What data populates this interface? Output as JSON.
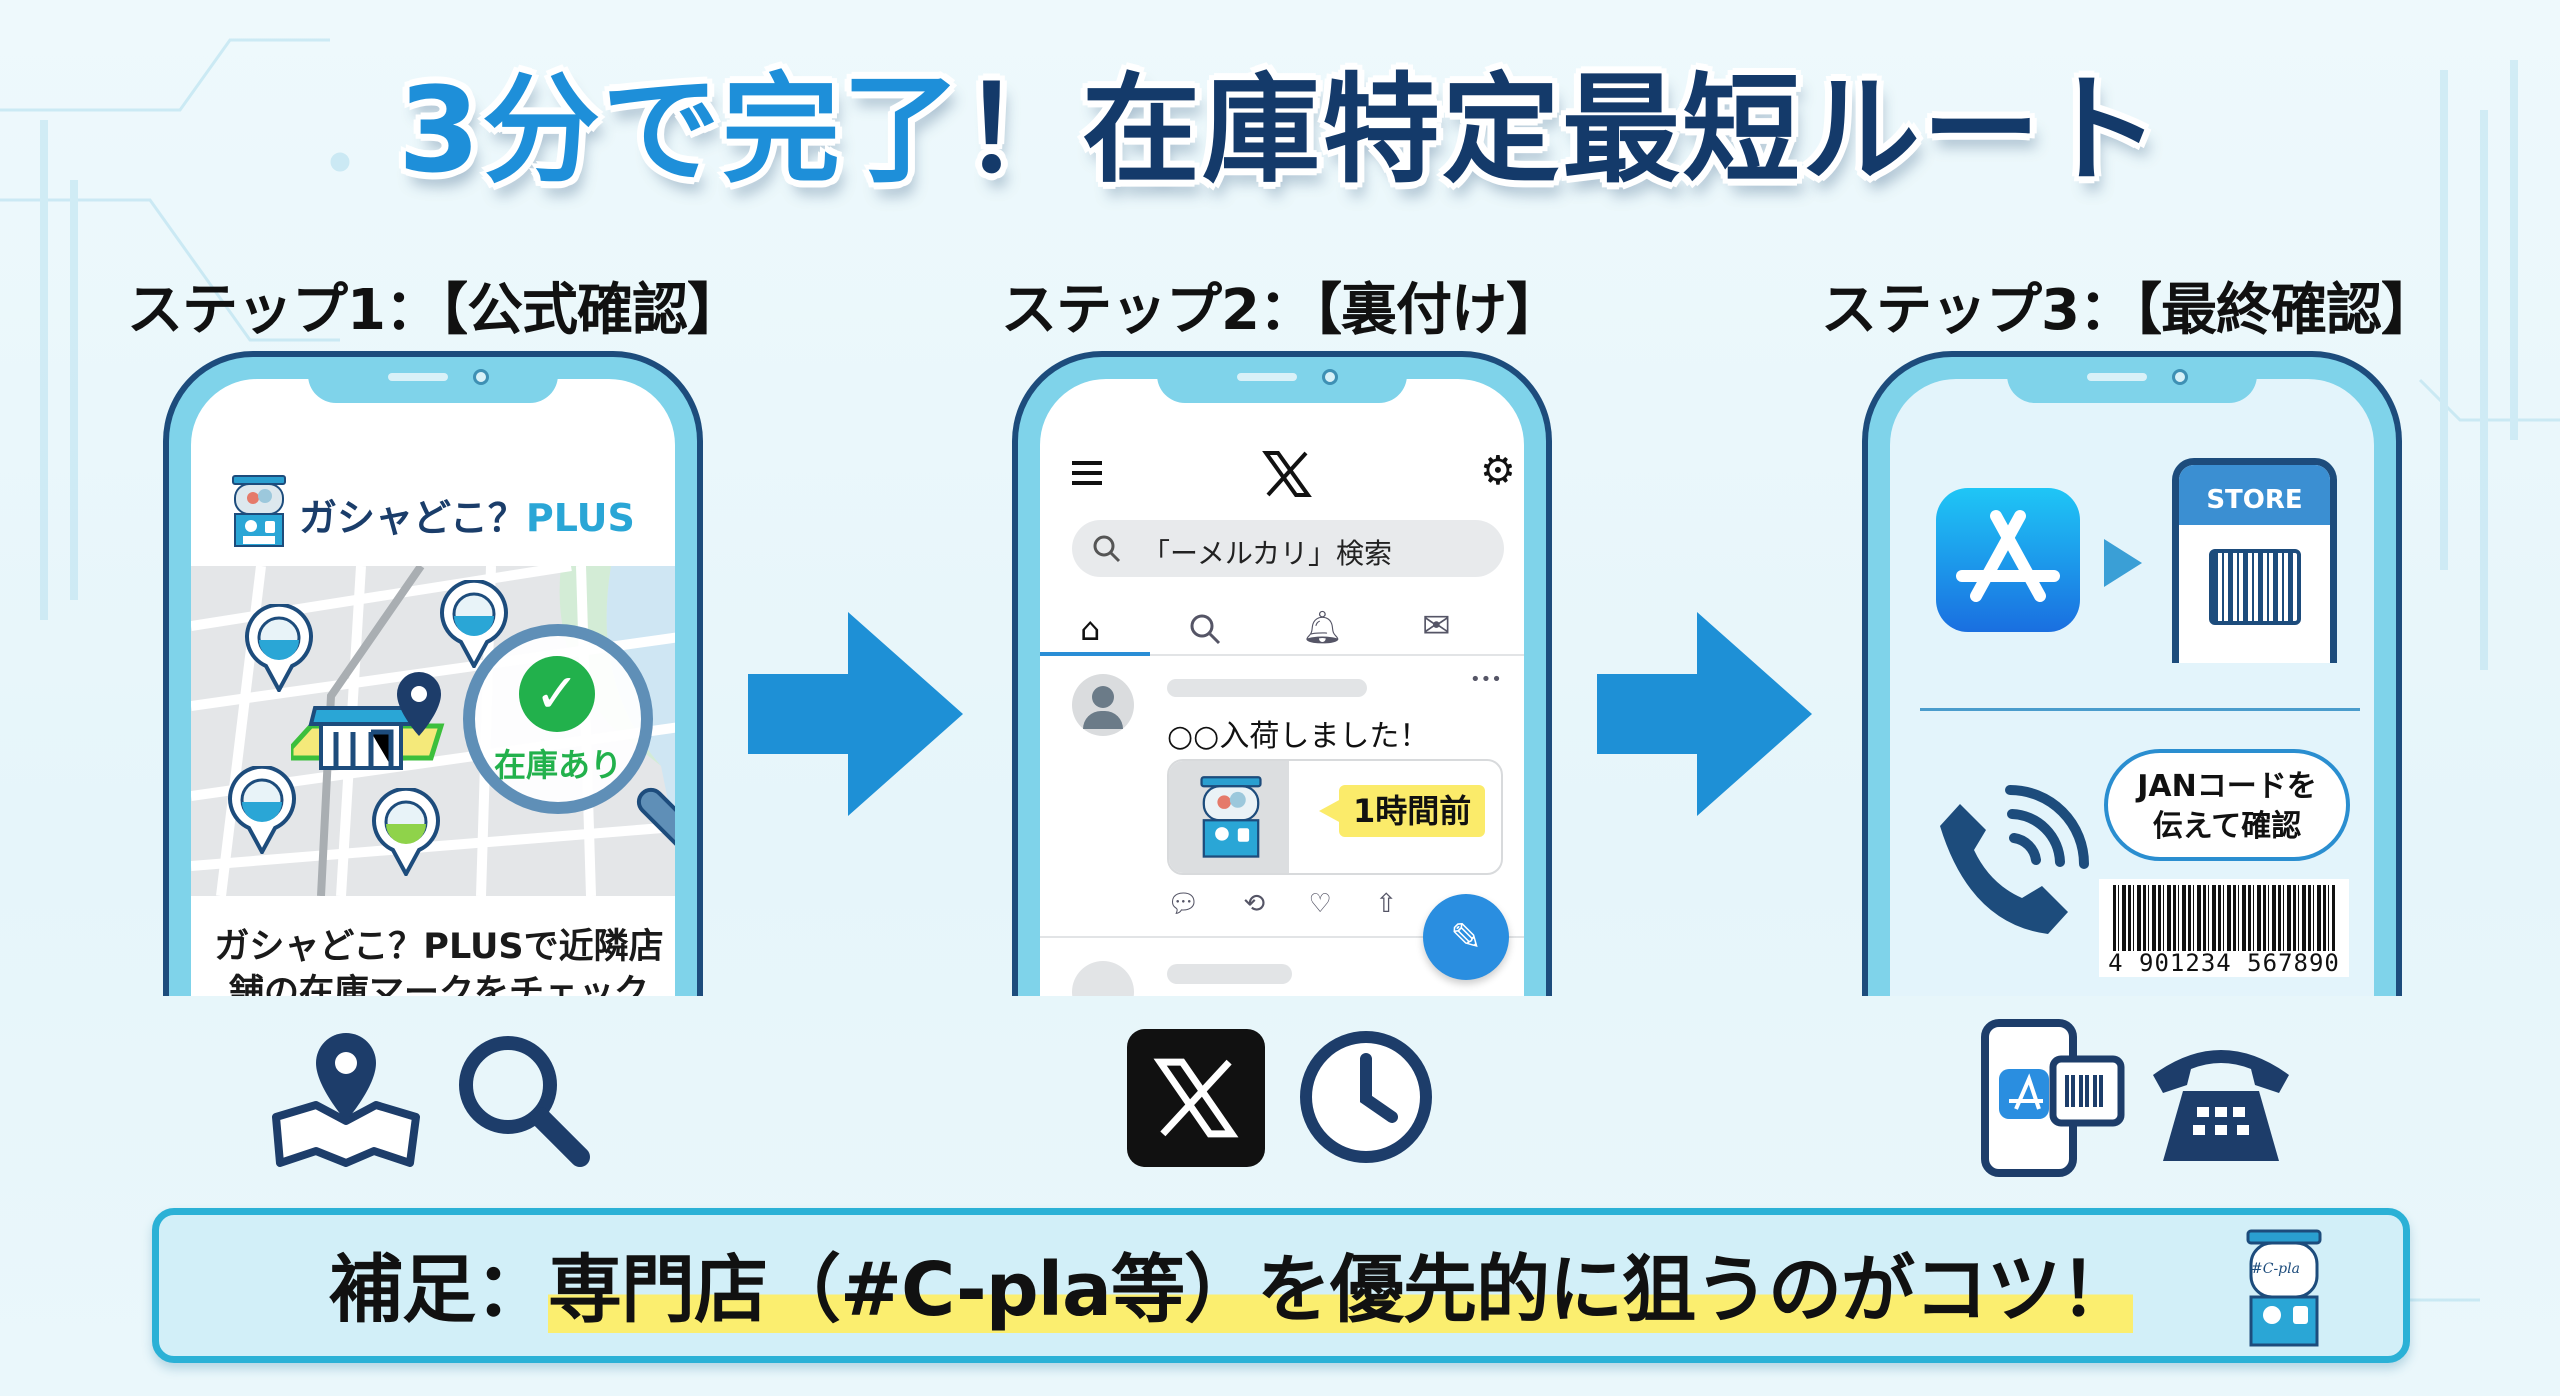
{
  "title": {
    "part1": "3分で完了",
    "part2": "！在庫特定最短ルート"
  },
  "steps": [
    {
      "label": "ステップ1：【公式確認】"
    },
    {
      "label": "ステップ2：【裏付け】"
    },
    {
      "label": "ステップ3：【最終確認】"
    }
  ],
  "step1": {
    "app_name": "ガシャどこ？",
    "app_suffix": "PLUS",
    "stock_badge": "在庫あり",
    "caption_line1": "ガシャどこ？PLUSで近隣店",
    "caption_line2": "舗の在庫マークをチェック"
  },
  "step2": {
    "search_text": "「ーメルカリ」検索",
    "post_text": "○○入荷しました！",
    "time_badge": "1時間前",
    "more_menu": "•••"
  },
  "step3": {
    "store_label": "STORE",
    "bubble_line1": "JANコードを",
    "bubble_line2": "伝えて確認",
    "barcode_number": "4 901234 567890"
  },
  "tip": {
    "prefix": "補足：",
    "highlight": "専門店（#C-pla等）を優先的に狙うのがコツ！",
    "mascot_label": "#C-pla"
  },
  "colors": {
    "accent": "#1e8fd9",
    "navy": "#143a6a",
    "frame": "#7fd3ea",
    "highlight": "#fbee6f",
    "stock_green": "#22b14c"
  }
}
